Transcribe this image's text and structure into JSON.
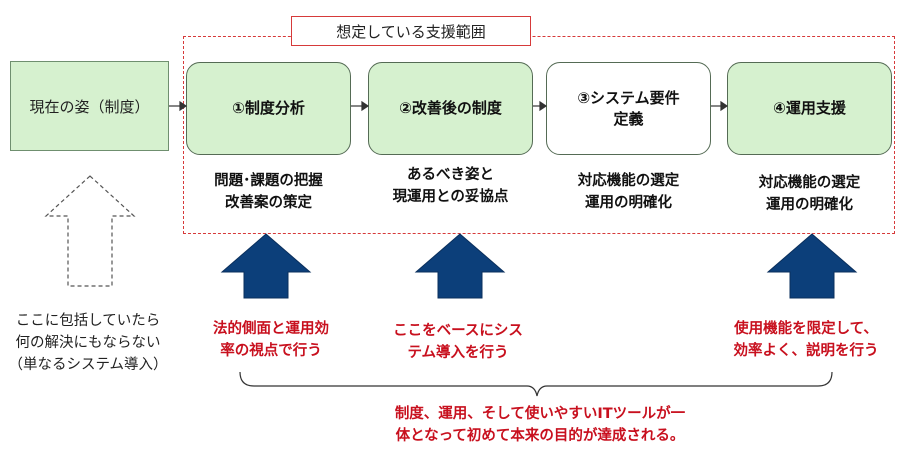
{
  "scope": {
    "label": "想定している支援範囲"
  },
  "current_state": {
    "label": "現在の姿（制度）"
  },
  "steps": [
    {
      "label": "①制度分析",
      "description": "問題･課題の把握\n改善案の策定"
    },
    {
      "label": "②改善後の制度",
      "description": "あるべき姿と\n現運用との妥協点"
    },
    {
      "label": "③システム要件\n定義",
      "description": "対応機能の選定\n運用の明確化"
    },
    {
      "label": "④運用支援",
      "description": "対応機能の選定\n運用の明確化"
    }
  ],
  "left_note": "ここに包括していたら\n何の解決にもならない\n（単なるシステム導入）",
  "support_notes": [
    "法的側面と運用効\n率の視点で行う",
    "ここをベースにシス\nテム導入を行う",
    "使用機能を限定して、\n効率よく、説明を行う"
  ],
  "conclusion": "制度、運用、そして使いやすいITツールが一\n体となって初めて本来の目的が達成される。",
  "colors": {
    "step_fill_green": "#d6f1cf",
    "step_fill_white": "#ffffff",
    "support_arrow": "#0c3f7a",
    "scope_border": "#d63a3a",
    "note_red": "#c8101e"
  }
}
